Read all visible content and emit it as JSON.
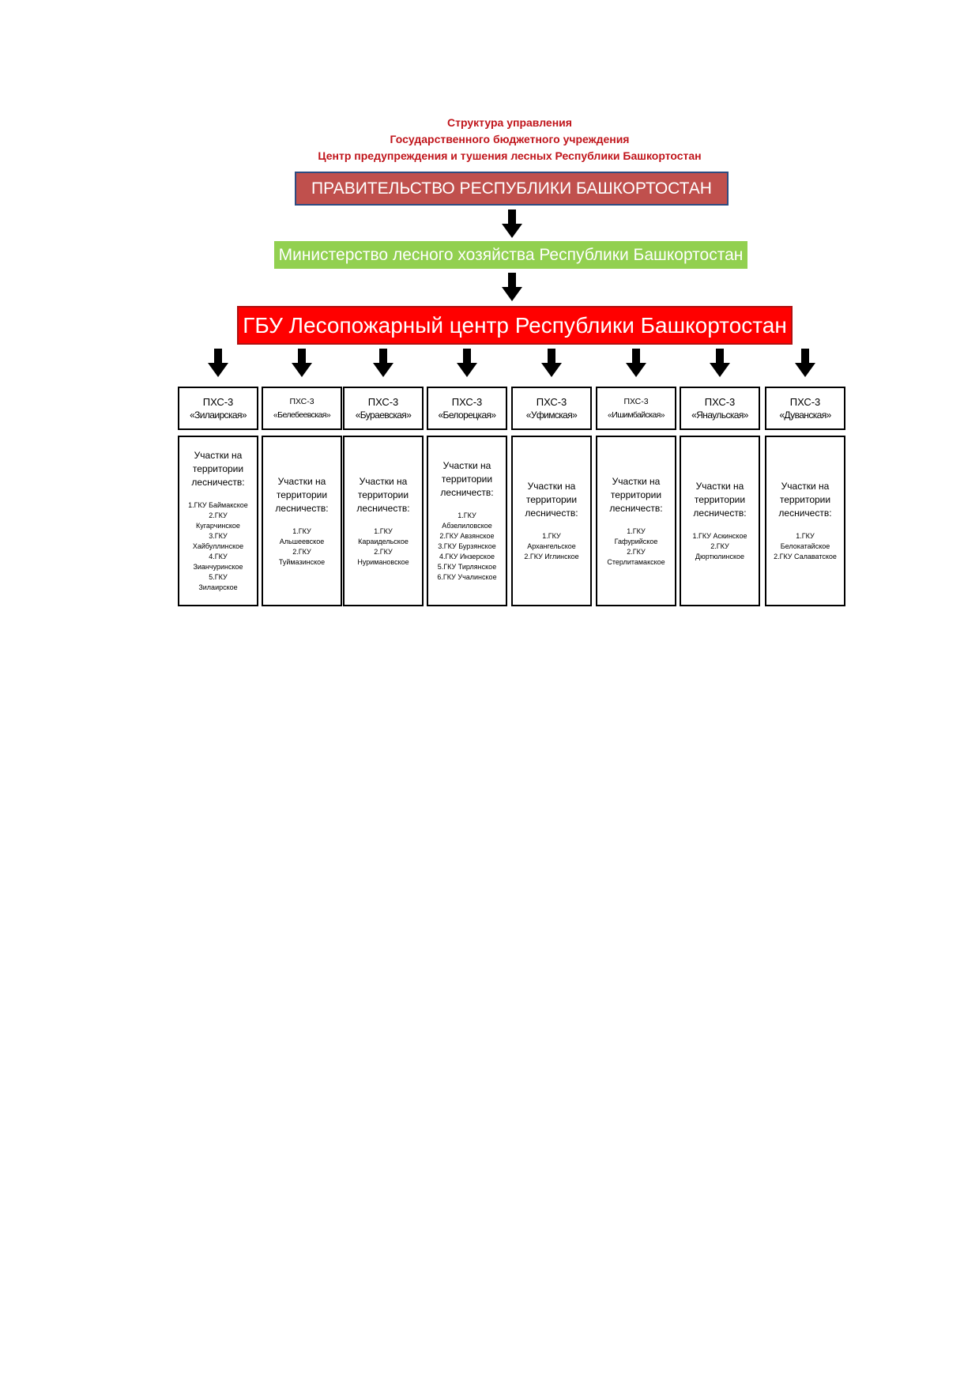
{
  "heading": {
    "line1": "Структура управления",
    "line2": "Государственного бюджетного учреждения",
    "line3": "Центр предупреждения и тушения лесных Республики Башкортостан"
  },
  "government": {
    "label": "ПРАВИТЕЛЬСТВО РЕСПУБЛИКИ БАШКОРТОСТАН"
  },
  "ministry": {
    "label": "Министерство лесного хозяйства Республики Башкортостан"
  },
  "center": {
    "label": "ГБУ Лесопожарный центр Республики Башкортостан"
  },
  "colors": {
    "heading": "#c0151b",
    "government": "#c0504d",
    "ministry": "#92d050",
    "center": "#ff0000"
  },
  "units": [
    {
      "code": "ПХС-3",
      "name": "«Зилаирская»",
      "areas_header": "Участки на территории лесничеств:",
      "areas": [
        "1.ГКУ Баймакское",
        "2.ГКУ",
        "Кугарчинское",
        "3.ГКУ",
        "Хайбуллинское",
        "4.ГКУ",
        "Зианчуринское",
        "5.ГКУ",
        "Зилаирское"
      ]
    },
    {
      "code": "ПХС-3",
      "name": "«Белебеевская»",
      "areas_header": "Участки на территории лесничеств:",
      "areas": [
        "1.ГКУ",
        "Альшеевское",
        "2.ГКУ",
        "Туймазинское"
      ]
    },
    {
      "code": "ПХС-3",
      "name": "«Бураевская»",
      "areas_header": "Участки на территории лесничеств:",
      "areas": [
        "1.ГКУ",
        "Караидельское",
        "2.ГКУ",
        "Нуримановское"
      ]
    },
    {
      "code": "ПХС-3",
      "name": "«Белорецкая»",
      "areas_header": "Участки на территории лесничеств:",
      "areas": [
        "1.ГКУ",
        "Абзелиловское",
        "2.ГКУ Авзянское",
        "3.ГКУ Бурзянское",
        "4.ГКУ Инзерское",
        "5.ГКУ Тирлянское",
        "6.ГКУ Учалинское"
      ]
    },
    {
      "code": "ПХС-3",
      "name": "«Уфимская»",
      "areas_header": "Участки на территории лесничеств:",
      "areas": [
        "1.ГКУ",
        "Архангельское",
        "2.ГКУ Иглинское"
      ]
    },
    {
      "code": "ПХС-3",
      "name": "«Ишимбайская»",
      "areas_header": "Участки на территории лесничеств:",
      "areas": [
        "1.ГКУ",
        "Гафурийское",
        "2.ГКУ",
        "Стерлитамакское"
      ]
    },
    {
      "code": "ПХС-3",
      "name": "«Янаульская»",
      "areas_header": "Участки на территории лесничеств:",
      "areas": [
        "1.ГКУ Аскинское",
        "2.ГКУ",
        "Дюртюлинское"
      ]
    },
    {
      "code": "ПХС-3",
      "name": "«Дуванская»",
      "areas_header": "Участки на территории лесничеств:",
      "areas": [
        "1.ГКУ",
        "Белокатайское",
        "2.ГКУ Салаватское"
      ]
    }
  ]
}
